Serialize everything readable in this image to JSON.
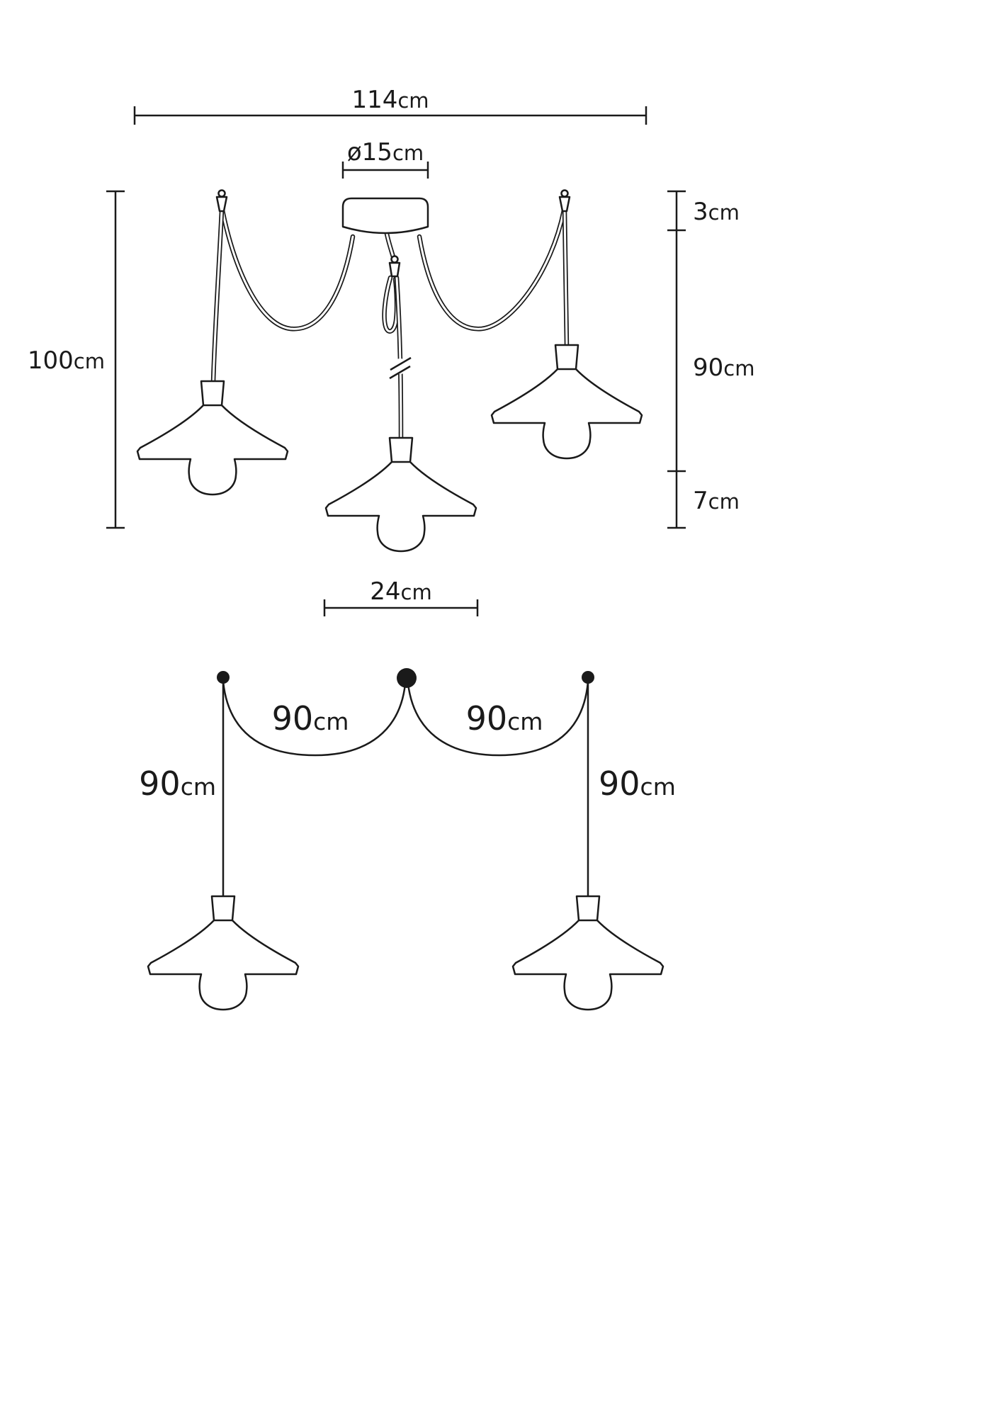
{
  "colors": {
    "line": "#1a1a1a",
    "background": "#ffffff"
  },
  "top_view": {
    "overall_width": {
      "value": "114",
      "unit": "cm"
    },
    "canopy_diameter": {
      "value": "ø15",
      "unit": "cm"
    },
    "suspension_height": {
      "value": "3",
      "unit": "cm"
    },
    "total_height": {
      "value": "100",
      "unit": "cm"
    },
    "cord_length": {
      "value": "90",
      "unit": "cm"
    },
    "shade_height": {
      "value": "7",
      "unit": "cm"
    },
    "shade_diameter": {
      "value": "24",
      "unit": "cm"
    }
  },
  "cord_view": {
    "left_arc": {
      "value": "90",
      "unit": "cm"
    },
    "right_arc": {
      "value": "90",
      "unit": "cm"
    },
    "left_drop": {
      "value": "90",
      "unit": "cm"
    },
    "right_drop": {
      "value": "90",
      "unit": "cm"
    }
  }
}
